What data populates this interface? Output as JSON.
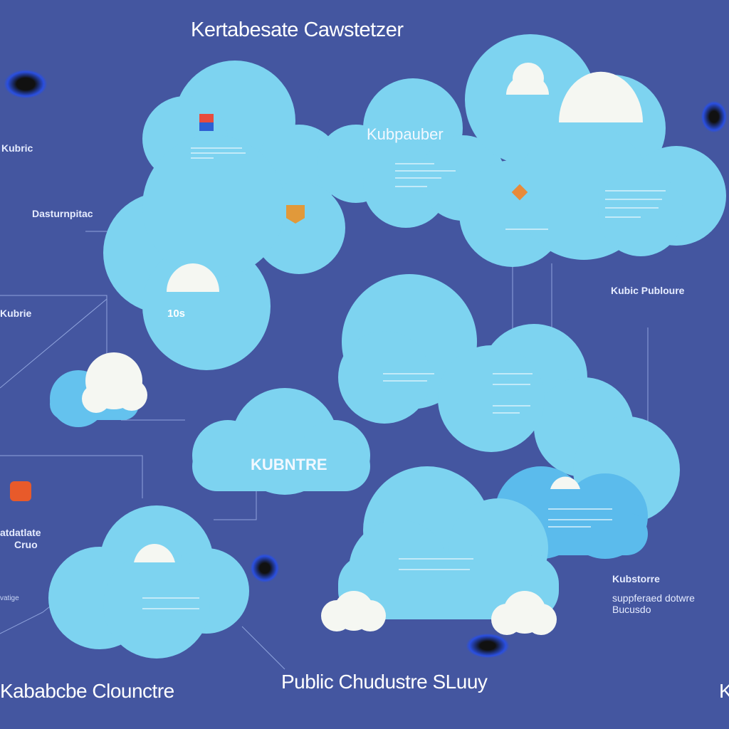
{
  "header": {
    "title": "Kertabesate Cawstetzer"
  },
  "clouds": {
    "top_center_label": "Kubpauber",
    "middle_label": "KUBNTRE",
    "small_label": "10s"
  },
  "footer": {
    "left_title": "Kababcbe Clounctre",
    "center_title": "Public Chudustre SLuuy",
    "right_fragment": "K"
  },
  "side_labels": {
    "left": [
      "Kubric",
      "Dasturnpitac",
      "Kubrie",
      "atdatlate",
      "Cruo",
      "vatige"
    ],
    "right": [
      "Kubic Publoure",
      "Kubstorre",
      "suppferaed dotwre",
      "Bucusdo"
    ]
  },
  "colors": {
    "background": "#4456a0",
    "cloud": "#7dd3f0",
    "cloud_dark": "#5bbbec",
    "highlight": "#f5f7f2"
  }
}
